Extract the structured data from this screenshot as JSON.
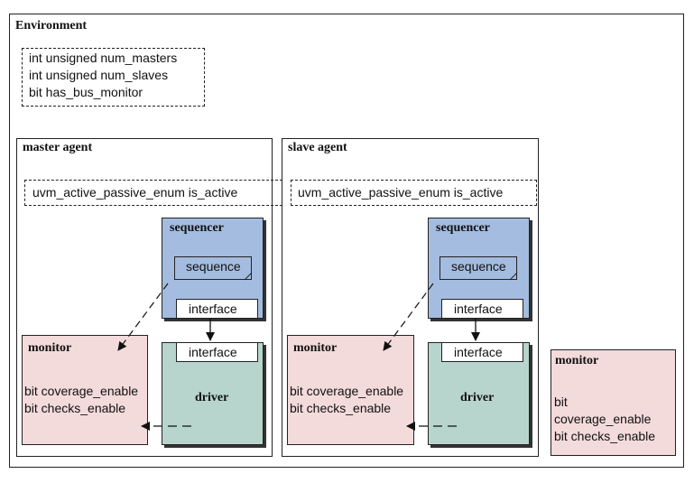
{
  "environment": {
    "title": "Environment",
    "config": [
      "int unsigned num_masters",
      "int unsigned num_slaves",
      "bit has_bus_monitor"
    ]
  },
  "master_agent": {
    "title": "master agent",
    "is_active": "uvm_active_passive_enum is_active",
    "sequencer": {
      "title": "sequencer",
      "sequence": "sequence",
      "interface": "interface"
    },
    "driver": {
      "title": "driver",
      "interface": "interface"
    },
    "monitor": {
      "title": "monitor",
      "fields": [
        "bit coverage_enable",
        "bit checks_enable"
      ]
    }
  },
  "slave_agent": {
    "title": "slave agent",
    "is_active": "uvm_active_passive_enum is_active",
    "sequencer": {
      "title": "sequencer",
      "sequence": "sequence",
      "interface": "interface"
    },
    "driver": {
      "title": "driver",
      "interface": "interface"
    },
    "monitor": {
      "title": "monitor",
      "fields": [
        "bit coverage_enable",
        "bit checks_enable"
      ]
    }
  },
  "bus_monitor": {
    "title": "monitor",
    "fields": [
      "bit",
      "coverage_enable",
      "bit checks_enable"
    ]
  }
}
